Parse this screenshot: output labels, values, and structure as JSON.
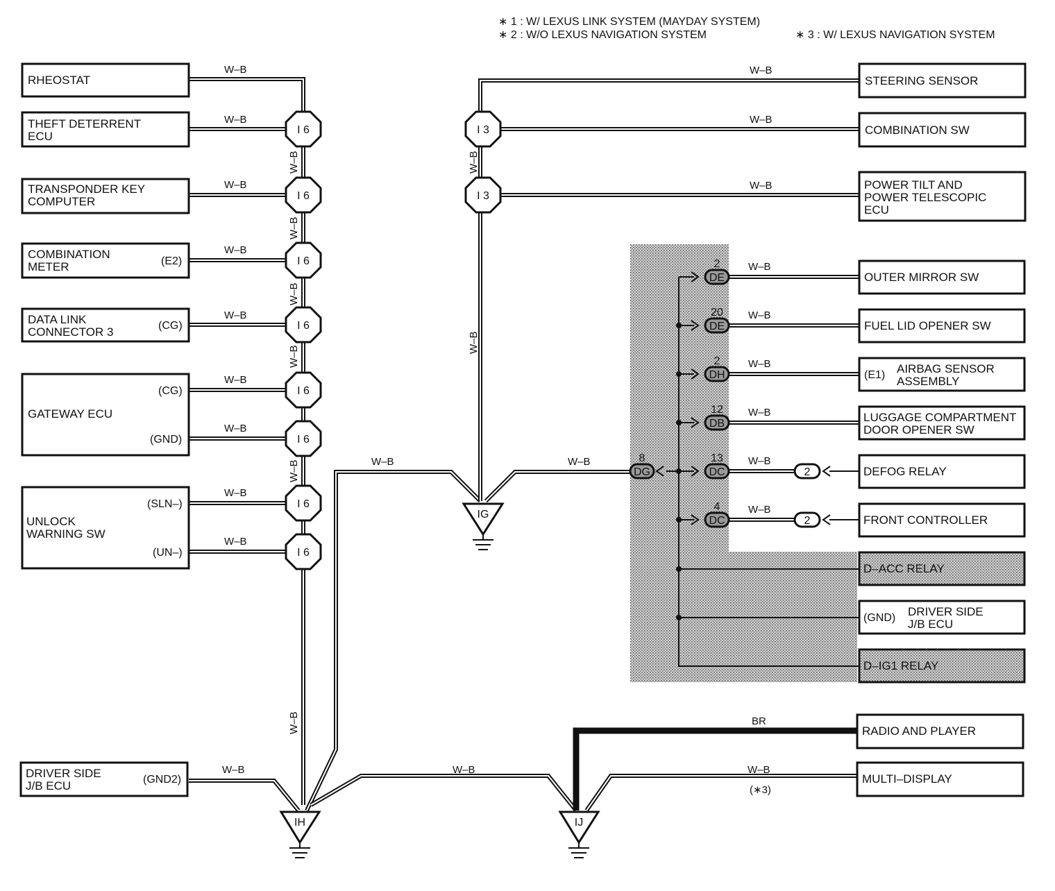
{
  "notes": [
    "∗ 1 : W/ LEXUS LINK SYSTEM (MAYDAY SYSTEM)",
    "∗ 2 : W/O LEXUS NAVIGATION SYSTEM",
    "∗ 3 : W/ LEXUS NAVIGATION SYSTEM"
  ],
  "wire_color": "W–B",
  "wire_color_br": "BR",
  "left_components": [
    {
      "lines": [
        "RHEOSTAT"
      ],
      "pins": []
    },
    {
      "lines": [
        "THEFT DETERRENT",
        "ECU"
      ],
      "pins": []
    },
    {
      "lines": [
        "TRANSPONDER KEY",
        "COMPUTER"
      ],
      "pins": []
    },
    {
      "lines": [
        "COMBINATION",
        "METER"
      ],
      "pins": [
        "(E2)"
      ]
    },
    {
      "lines": [
        "DATA LINK",
        "CONNECTOR 3"
      ],
      "pins": [
        "(CG)"
      ]
    },
    {
      "lines": [
        "GATEWAY ECU"
      ],
      "pins": [
        "(CG)",
        "(GND)"
      ]
    },
    {
      "lines": [
        "UNLOCK",
        "WARNING SW"
      ],
      "pins": [
        "(SLN–)",
        "(UN–)"
      ]
    },
    {
      "lines": [
        "DRIVER SIDE",
        "J/B ECU"
      ],
      "pins": [
        "(GND2)"
      ]
    }
  ],
  "right_components": [
    {
      "lines": [
        "STEERING SENSOR"
      ],
      "pin": ""
    },
    {
      "lines": [
        "COMBINATION SW"
      ],
      "pin": ""
    },
    {
      "lines": [
        "POWER TILT AND",
        "POWER TELESCOPIC",
        "ECU"
      ],
      "pin": ""
    },
    {
      "lines": [
        "OUTER MIRROR SW"
      ],
      "pin": ""
    },
    {
      "lines": [
        "FUEL LID OPENER SW"
      ],
      "pin": ""
    },
    {
      "lines": [
        "AIRBAG SENSOR",
        "ASSEMBLY"
      ],
      "pin": "(E1)"
    },
    {
      "lines": [
        "LUGGAGE COMPARTMENT",
        "DOOR OPENER SW"
      ],
      "pin": ""
    },
    {
      "lines": [
        "DEFOG RELAY"
      ],
      "pin": ""
    },
    {
      "lines": [
        "FRONT CONTROLLER"
      ],
      "pin": ""
    },
    {
      "lines": [
        "D–ACC RELAY"
      ],
      "pin": ""
    },
    {
      "lines": [
        "DRIVER SIDE",
        "J/B ECU"
      ],
      "pin": "(GND)"
    },
    {
      "lines": [
        "D–IG1 RELAY"
      ],
      "pin": ""
    },
    {
      "lines": [
        "RADIO AND PLAYER"
      ],
      "pin": ""
    },
    {
      "lines": [
        "MULTI–DISPLAY"
      ],
      "pin": ""
    }
  ],
  "multi_display_note": "(∗3)",
  "junction_i6": "I 6",
  "junction_i3": "I 3",
  "ground_labels": [
    "IH",
    "IG",
    "IJ"
  ],
  "connectors": [
    {
      "num": "2",
      "code": "DE"
    },
    {
      "num": "20",
      "code": "DE"
    },
    {
      "num": "2",
      "code": "DH"
    },
    {
      "num": "12",
      "code": "DB"
    },
    {
      "num": "13",
      "code": "DC"
    },
    {
      "num": "4",
      "code": "DC"
    },
    {
      "num": "8",
      "code": "DG"
    }
  ],
  "relay_connector_num": "2"
}
